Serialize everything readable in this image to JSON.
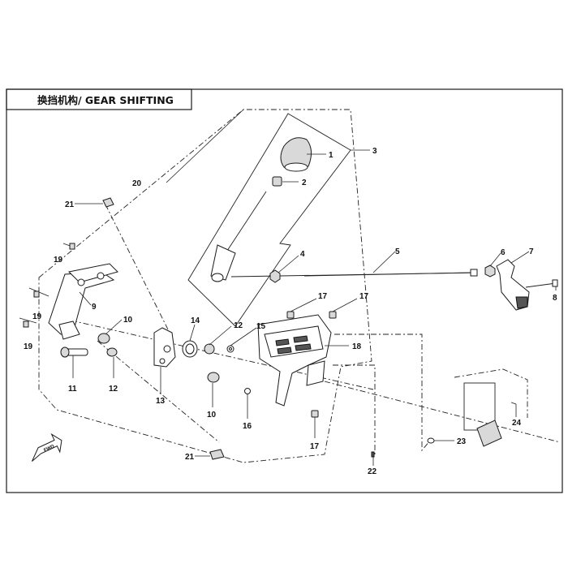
{
  "diagram": {
    "title": "换挡机构/ GEAR SHIFTING",
    "fwd_label": "FWD",
    "callouts": {
      "c1": "1",
      "c2": "2",
      "c3": "3",
      "c4": "4",
      "c5": "5",
      "c6": "6",
      "c7": "7",
      "c8": "8",
      "c9": "9",
      "c10a": "10",
      "c10b": "10",
      "c11": "11",
      "c12a": "12",
      "c12b": "12",
      "c13": "13",
      "c14": "14",
      "c15": "15",
      "c16": "16",
      "c17a": "17",
      "c17b": "17",
      "c17c": "17",
      "c18": "18",
      "c19a": "19",
      "c19b": "19",
      "c19c": "19",
      "c20": "20",
      "c21a": "21",
      "c21b": "21",
      "c22": "22",
      "c23": "23",
      "c24": "24"
    }
  }
}
